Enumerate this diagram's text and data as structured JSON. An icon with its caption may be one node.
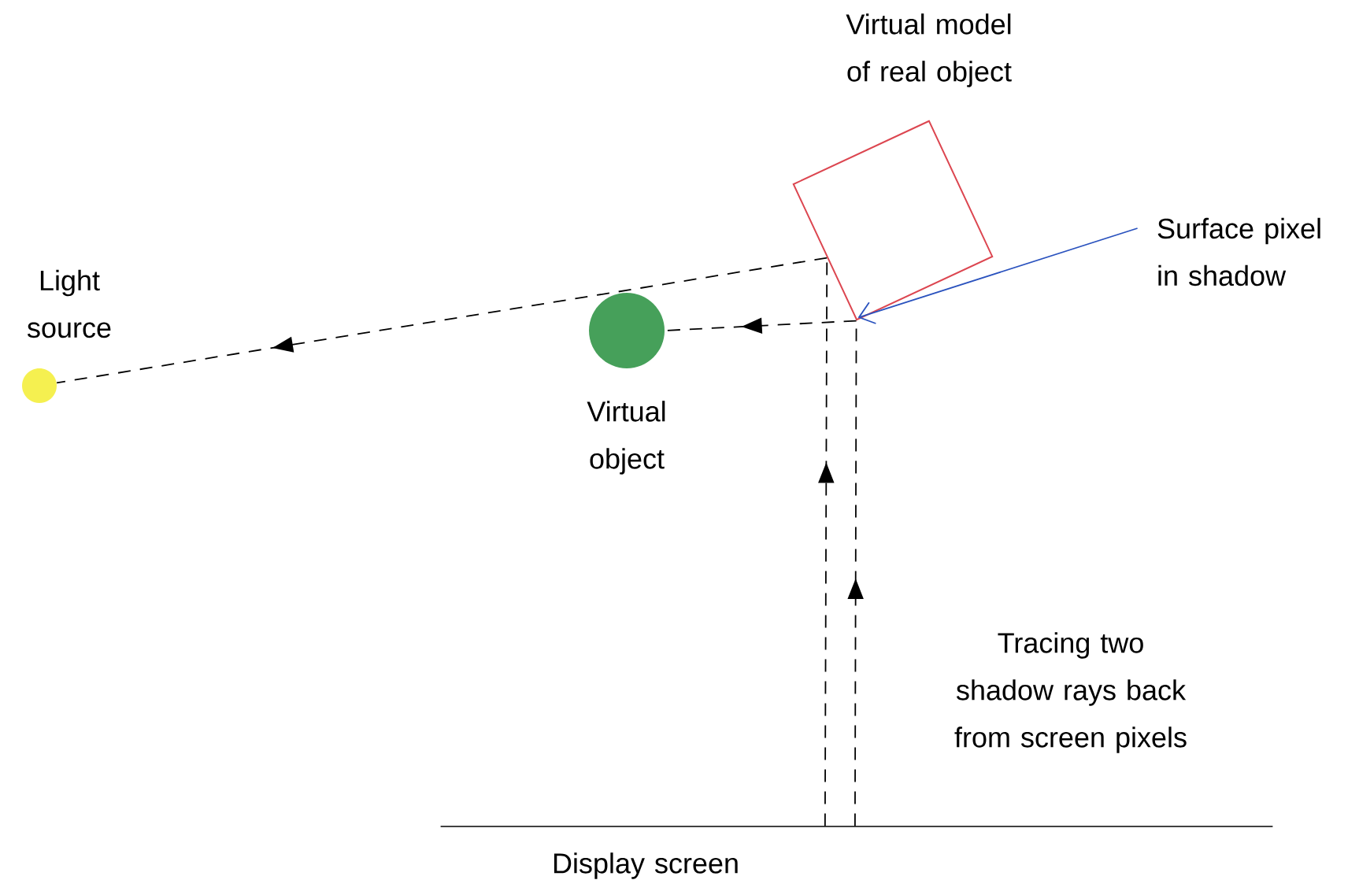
{
  "diagram": {
    "nodes": [
      {
        "text": [
          "Light source"
        ]
      },
      {
        "text": [
          "Virtual object"
        ]
      },
      {
        "text": [
          "Virtual model of real object"
        ]
      },
      {
        "text": [
          "Surface pixel in shadow"
        ]
      },
      {
        "text": [
          "Display screen"
        ]
      }
    ],
    "edges": [
      {
        "from": 4,
        "to": 2,
        "arrow": "to",
        "style": "dashed"
      },
      {
        "from": 2,
        "to": 0,
        "arrow": "to",
        "style": "dashed"
      },
      {
        "from": 4,
        "to": 2,
        "arrow": "to",
        "style": "dashed"
      },
      {
        "from": 2,
        "to": 1,
        "arrow": "to",
        "style": "dashed"
      },
      {
        "from": 3,
        "to": 2,
        "arrow": "to",
        "color": "#2a52be"
      }
    ],
    "labels": [
      "Tracing two shadow rays back from screen pixels"
    ]
  }
}
